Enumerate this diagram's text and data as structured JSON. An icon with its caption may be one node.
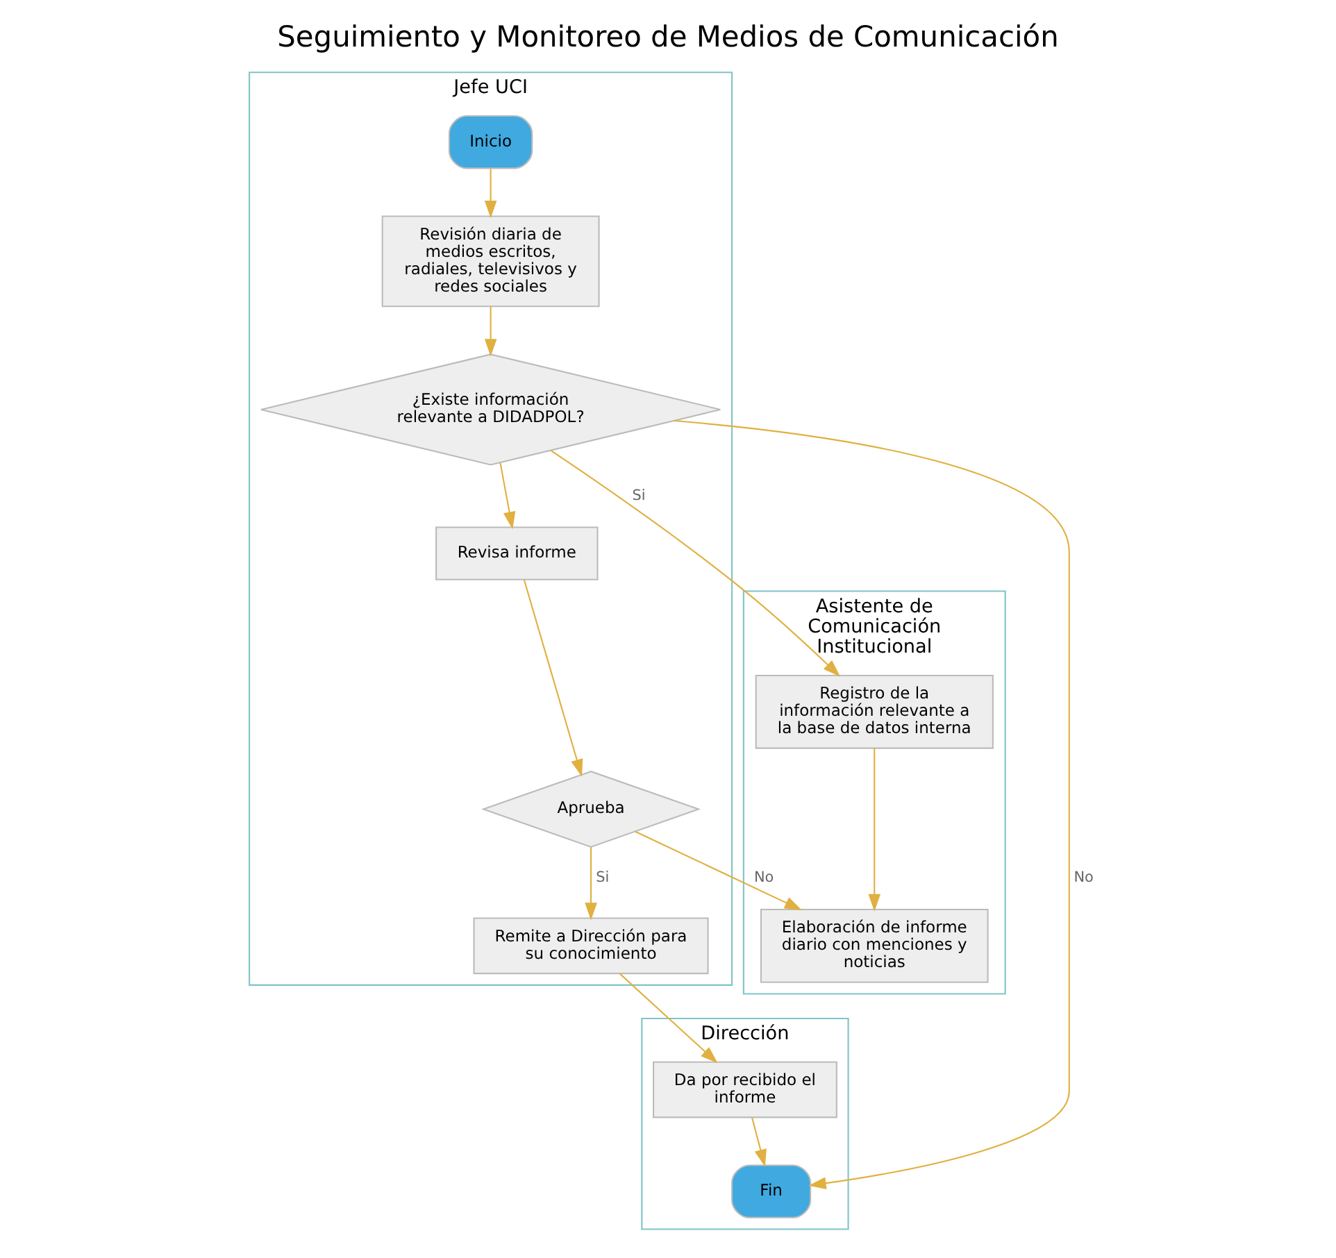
{
  "diagram": {
    "title": "Seguimiento y Monitoreo de Medios de Comunicación",
    "nodes": [
      {
        "text": [
          "Jefe UCI"
        ]
      },
      {
        "text": [
          "Asistente de Comunicación Institucional"
        ]
      },
      {
        "text": [
          "Dirección"
        ]
      },
      {
        "text": [
          "Inicio"
        ],
        "in": 0
      },
      {
        "text": [
          "Revisión diaria de medios escritos, radiales, televisivos y redes sociales"
        ],
        "in": 0
      },
      {
        "text": [
          "¿Existe información relevante a DIDADPOL?"
        ],
        "in": 0
      },
      {
        "text": [
          "Revisa informe"
        ],
        "in": 0
      },
      {
        "text": [
          "Aprueba"
        ],
        "in": 0
      },
      {
        "text": [
          "Remite a Dirección para su conocimiento"
        ],
        "in": 0
      },
      {
        "text": [
          "Registro de la información relevante a la base de datos interna"
        ],
        "in": 1
      },
      {
        "text": [
          "Elaboración de informe diario con menciones y noticias"
        ],
        "in": 1
      },
      {
        "text": [
          "Da por recibido el informe"
        ],
        "in": 2
      },
      {
        "text": [
          "Fin"
        ],
        "in": 2
      }
    ],
    "edges": [
      {
        "from": 3,
        "to": 4,
        "arrow": "to"
      },
      {
        "from": 4,
        "to": 5,
        "arrow": "to"
      },
      {
        "from": 5,
        "to": 9,
        "arrow": "to",
        "label": "Si"
      },
      {
        "from": 5,
        "to": 12,
        "arrow": "to",
        "label": "No"
      },
      {
        "from": 9,
        "to": 10,
        "arrow": "to"
      },
      {
        "from": 5,
        "to": 6,
        "arrow": "to"
      },
      {
        "from": 6,
        "to": 7,
        "arrow": "to"
      },
      {
        "from": 7,
        "to": 10,
        "arrow": "to",
        "label": "No"
      },
      {
        "from": 7,
        "to": 8,
        "arrow": "to",
        "label": "Si"
      },
      {
        "from": 8,
        "to": 11,
        "arrow": "to"
      },
      {
        "from": 11,
        "to": 12,
        "arrow": "to"
      }
    ]
  }
}
